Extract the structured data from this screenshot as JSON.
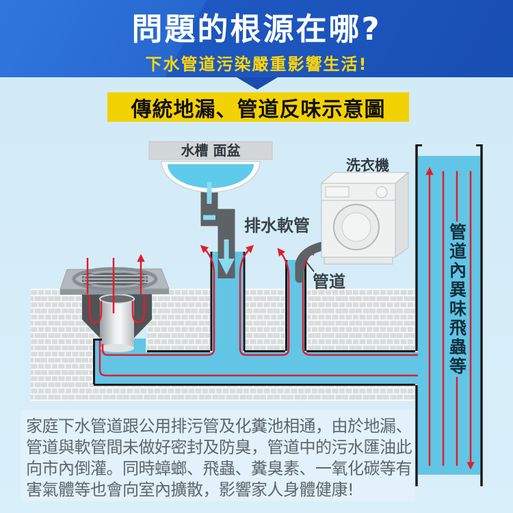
{
  "header": {
    "title": "問題的根源在哪?",
    "subtitle": "下水管道污染嚴重影響生活!"
  },
  "banner": {
    "label": "傳統地漏、管道反味示意圖"
  },
  "diagram": {
    "labels": {
      "sink": "水槽 面盆",
      "washer": "洗衣機",
      "hose": "排水軟管",
      "pipe": "管道",
      "stack": "管道內異味飛蟲等"
    }
  },
  "paragraph": {
    "lines": [
      "家庭下水管道跟公用排污管及化糞池相通，由於地漏、",
      "管道與軟管間未做好密封及防臭，管道中的污水匯油此",
      "向市內倒灌。同時蟑螂、飛蟲、糞臭素、一氧化碳等有",
      "害氣體等也會向室內擴散，影響家人身體健康!"
    ]
  },
  "colors": {
    "header_blue": "#2061c8",
    "banner_yellow": "#f2d203",
    "page_bg": "#d4ecf8",
    "water_cyan": "#62c5e5",
    "arrow_red": "#e11d2c",
    "pipe_gray": "#5d6266",
    "body_text": "#5d666b"
  }
}
